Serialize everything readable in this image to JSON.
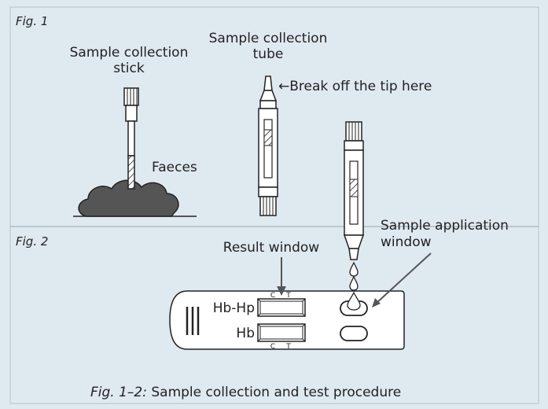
{
  "fig1": {
    "label": "Fig. 1",
    "stick_label_line1": "Sample collection",
    "stick_label_line2": "stick",
    "tube_label_line1": "Sample collection",
    "tube_label_line2": "tube",
    "tip_label": "←Break off the tip here",
    "faeces_label": "Faeces"
  },
  "fig2": {
    "label": "Fig. 2",
    "result_window_label": "Result window",
    "application_label_line1": "Sample application",
    "application_label_line2": "window",
    "row1_label": "Hb-Hp",
    "row2_label": "Hb",
    "c_mark": "C",
    "t_mark": "T"
  },
  "caption": {
    "prefix": "Fig. 1–2:",
    "text": " Sample collection and test procedure"
  },
  "colors": {
    "panel_bg": "#dfe9f0",
    "frame": "#9aa7b0",
    "faeces": "#555555",
    "ink": "#222222"
  }
}
